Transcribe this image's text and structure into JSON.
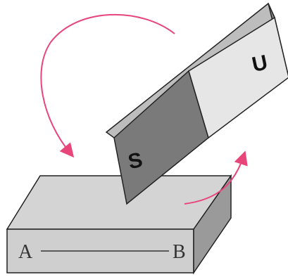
{
  "labels": {
    "bar_end_left": "A",
    "bar_end_right": "B",
    "magnet_pole_dark": "S",
    "magnet_pole_light": "U"
  },
  "colors": {
    "arrow": "#e8457a",
    "magnet_dark_face": "#7a7a7a",
    "magnet_light_face": "#e6e6e6",
    "bar_top": "#d4d4d4",
    "bar_front": "#cfcfcf",
    "bar_side": "#9a9a9a",
    "outline": "#222222"
  }
}
